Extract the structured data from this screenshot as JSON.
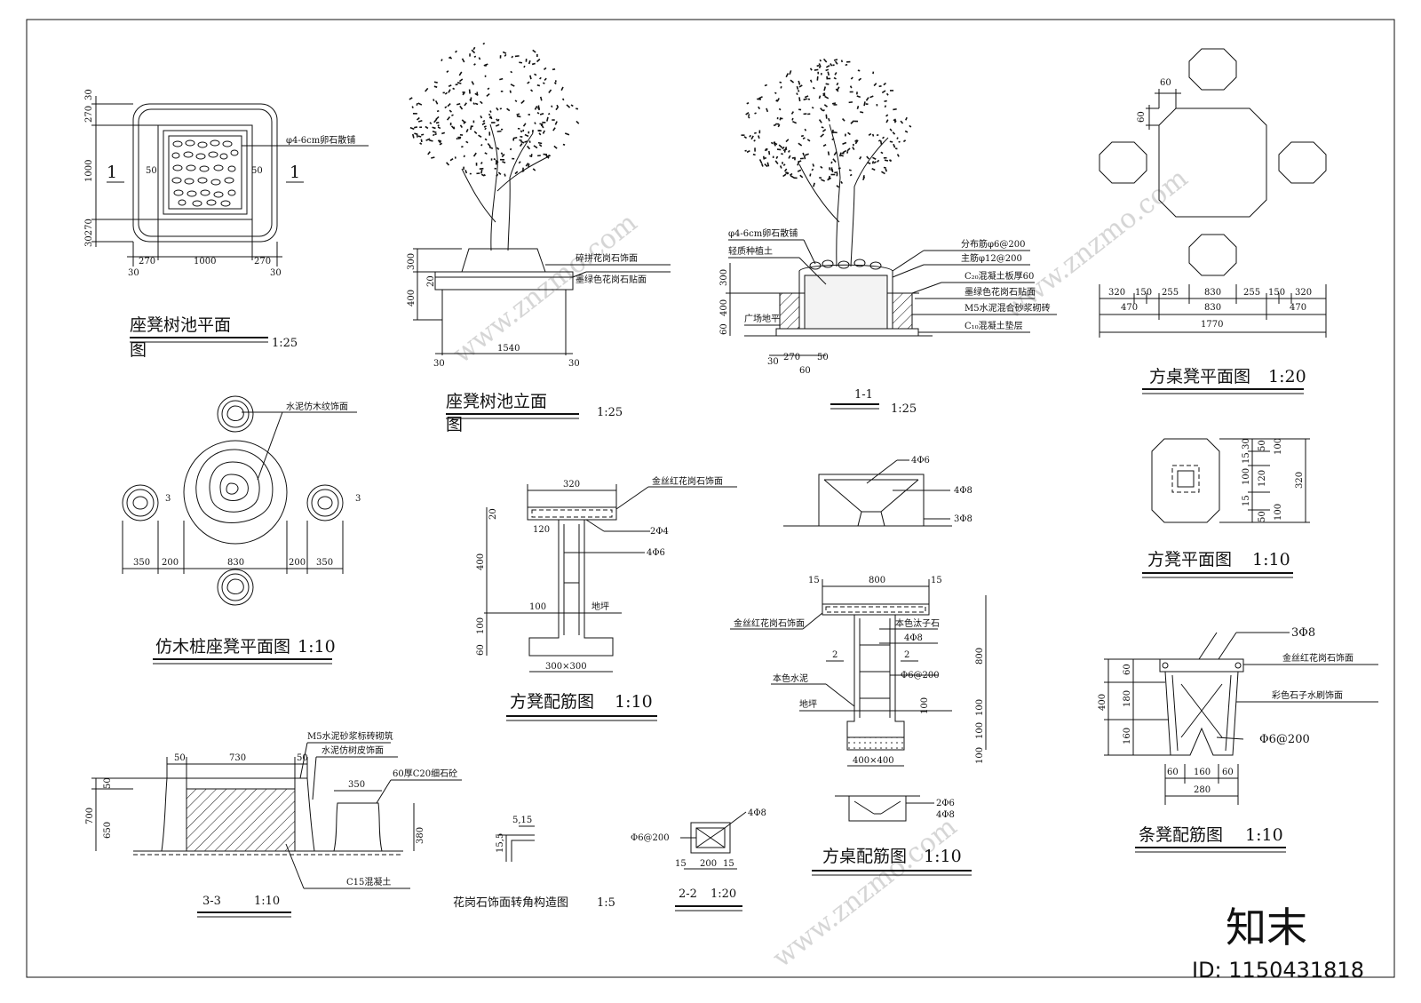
{
  "titles": {
    "bench_pit_plan": "座凳树池平面",
    "bench_pit_plan_2": "图",
    "bench_pit_plan_scale": "1:25",
    "bench_pit_elev": "座凳树池立面",
    "bench_pit_elev_2": "图",
    "bench_pit_elev_scale": "1:25",
    "section_11": "1-1",
    "section_11_scale": "1:25",
    "table_plan": "方桌凳平面图",
    "table_plan_scale": "1:20",
    "stool_plan": "方凳平面图",
    "stool_plan_scale": "1:10",
    "wood_stump_plan": "仿木桩座凳平面图",
    "wood_stump_plan_scale": "1:10",
    "stool_rebar": "方凳配筋图",
    "stool_rebar_scale": "1:10",
    "table_rebar": "方桌配筋图",
    "table_rebar_scale": "1:10",
    "long_bench_rebar": "条凳配筋图",
    "long_bench_rebar_scale": "1:10",
    "section_33": "3-3",
    "section_33_scale": "1:10",
    "granite_corner": "花岗石饰面转角构造图",
    "granite_corner_scale": "1:5",
    "section_22": "2-2",
    "section_22_scale": "1:20"
  },
  "labels": {
    "pebble": "φ4-6cm卵石散铺",
    "pebble2": "φ4-6cm卵石散铺",
    "light_soil": "轻质种植土",
    "crushed_granite": "碎拼花岗石饰面",
    "green_granite": "墨绿色花岗石贴面",
    "green_granite2": "墨绿色花岗石贴面",
    "dist_rebar": "分布筋φ6@200",
    "main_rebar": "主筋φ12@200",
    "c20_slab": "C₂₀混凝土板厚60",
    "m5_brick": "M5水泥混合砂浆砌砖",
    "c10_bed": "C₁₀混凝土垫层",
    "plaza": "广场地平",
    "cement_wood": "水泥仿木纹饰面",
    "gold_granite_a": "金丝红花岗石饰面",
    "gold_granite_b": "金丝红花岗石饰面",
    "gold_granite_c": "金丝红花岗石饰面",
    "r_2phi4": "2Φ4",
    "r_4phi6": "4Φ6",
    "r_4phi6b": "4Φ6",
    "r_4phi8": "4Φ8",
    "r_3phi8": "3Φ8",
    "r_4phi8b": "4Φ8",
    "r_phi6_200": "Φ6@200",
    "r_2phi6": "2Φ6",
    "r_4phi8c": "4Φ8",
    "r_phi6_200b": "Φ6@200",
    "r_3phi8b": "3Φ8",
    "r_phi6_200c": "Φ6@200",
    "r_4phi8d": "4Φ8",
    "ground": "地坪",
    "ground2": "地坪",
    "stone_chip": "本色汰子石",
    "natural_cement": "本色水泥",
    "color_terrazzo": "彩色石子水刷饰面",
    "m5_std_brick": "M5水泥砂浆标砖砌筑",
    "bark_finish": "水泥仿树皮饰面",
    "c20_fine": "60厚C20细石砼",
    "c15": "C15混凝土",
    "size_300": "300×300",
    "size_400": "400×400",
    "sec_mark": "1",
    "sec_mark2": "2"
  },
  "dims": {
    "d30": "30",
    "d270": "270",
    "d1000": "1000",
    "d50": "50",
    "d300": "300",
    "d400": "400",
    "d20": "20",
    "d1540": "1540",
    "d60": "60",
    "d60b": "60",
    "d30270": "30270",
    "d150": "150",
    "d255": "255",
    "d320": "320",
    "d830": "830",
    "d470": "470",
    "d1770": "1770",
    "d350": "350",
    "d200": "200",
    "d3": "3",
    "d120": "120",
    "d100": "100",
    "d800": "800",
    "d15": "15",
    "d730": "730",
    "d700": "700",
    "d650": "650",
    "d380": "380",
    "d180": "180",
    "d160": "160",
    "d280": "280",
    "d55": "5,15",
    "d155": "15,5"
  },
  "watermark": {
    "site": "www.znzmo.com",
    "logo": "知末",
    "id": "ID: 1150431818"
  }
}
